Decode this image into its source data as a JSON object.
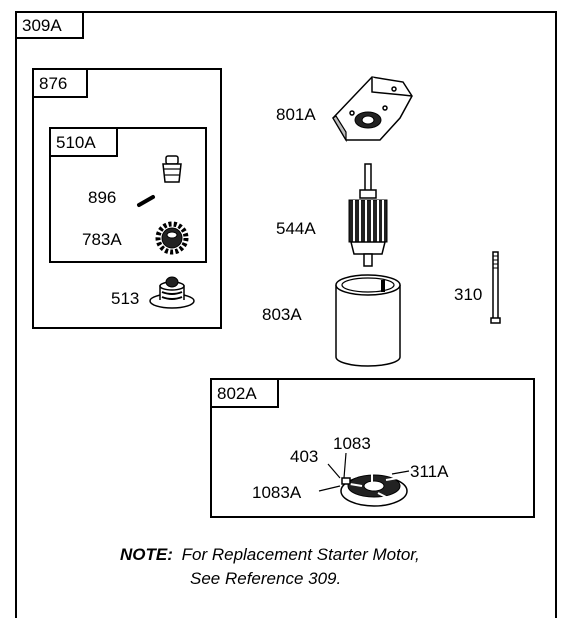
{
  "groups": {
    "main": "309A",
    "kit_876": "876",
    "kit_510a": "510A",
    "kit_802a": "802A"
  },
  "parts": {
    "p896": "896",
    "p783a": "783A",
    "p513": "513",
    "p801a": "801A",
    "p544a": "544A",
    "p803a": "803A",
    "p310": "310",
    "p403": "403",
    "p1083": "1083",
    "p1083a": "1083A",
    "p311a": "311A"
  },
  "note": {
    "label": "NOTE:",
    "line1": "For Replacement Starter Motor,",
    "line2": "See Reference 309."
  }
}
